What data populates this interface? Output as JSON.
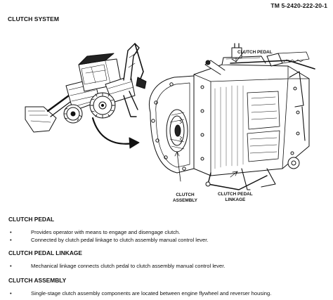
{
  "header": {
    "doc_id": "TM 5-2420-222-20-1",
    "title": "CLUTCH SYSTEM"
  },
  "figure": {
    "callouts": {
      "clutch_pedal": "CLUTCH PEDAL",
      "clutch_assembly": "CLUTCH\nASSEMBLY",
      "clutch_pedal_linkage": "CLUTCH PEDAL\nLINKAGE"
    }
  },
  "sections": [
    {
      "title": "CLUTCH PEDAL",
      "bullets": [
        "Provides operator with means to engage and disengage clutch.",
        "Connected by clutch pedal linkage to clutch assembly manual control lever."
      ]
    },
    {
      "title": "CLUTCH PEDAL LINKAGE",
      "bullets": [
        "Mechanical linkage connects clutch pedal to clutch assembly manual control lever."
      ]
    },
    {
      "title": "CLUTCH ASSEMBLY",
      "bullets": [
        "Single-stage clutch assembly components are located between engine flywheel and reverser housing."
      ]
    }
  ],
  "bullet_char": "•"
}
